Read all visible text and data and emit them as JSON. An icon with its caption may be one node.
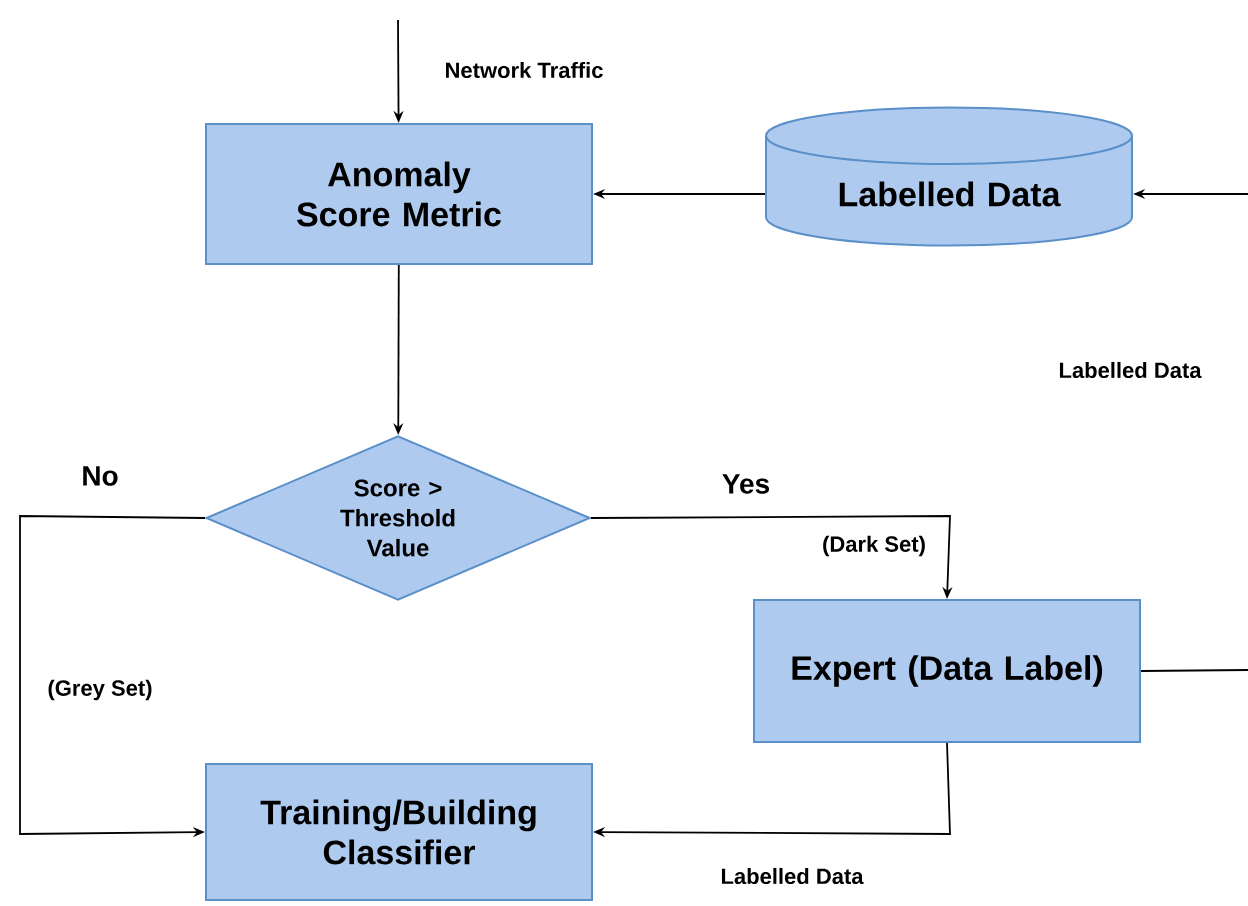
{
  "diagram": {
    "nodes": [
      {
        "text": [
          "Anomaly Score Metric"
        ]
      },
      {
        "text": [
          "Labelled Data"
        ]
      },
      {
        "text": [
          "Score > Threshold Value"
        ]
      },
      {
        "text": [
          "Expert (Data Label)"
        ]
      },
      {
        "text": [
          "Training/Building Classifier"
        ]
      }
    ],
    "edges": [
      {
        "from": null,
        "to": 0,
        "arrow": "to",
        "label": "Network Traffic"
      },
      {
        "from": 1,
        "to": 0,
        "arrow": "to"
      },
      {
        "from": null,
        "to": 1,
        "arrow": "to"
      },
      {
        "from": 0,
        "to": 2,
        "arrow": "to"
      },
      {
        "from": 2,
        "to": 4,
        "arrow": "to",
        "label": "No"
      },
      {
        "from": 2,
        "to": 3,
        "arrow": "to",
        "label": "Yes"
      },
      {
        "from": 3,
        "to": 4,
        "arrow": "to",
        "label": "Labelled Data"
      },
      {
        "from": 3,
        "to": null,
        "arrow": "none"
      }
    ],
    "labels": [
      "Labelled Data",
      "(Dark Set)",
      "(Grey Set)"
    ]
  }
}
